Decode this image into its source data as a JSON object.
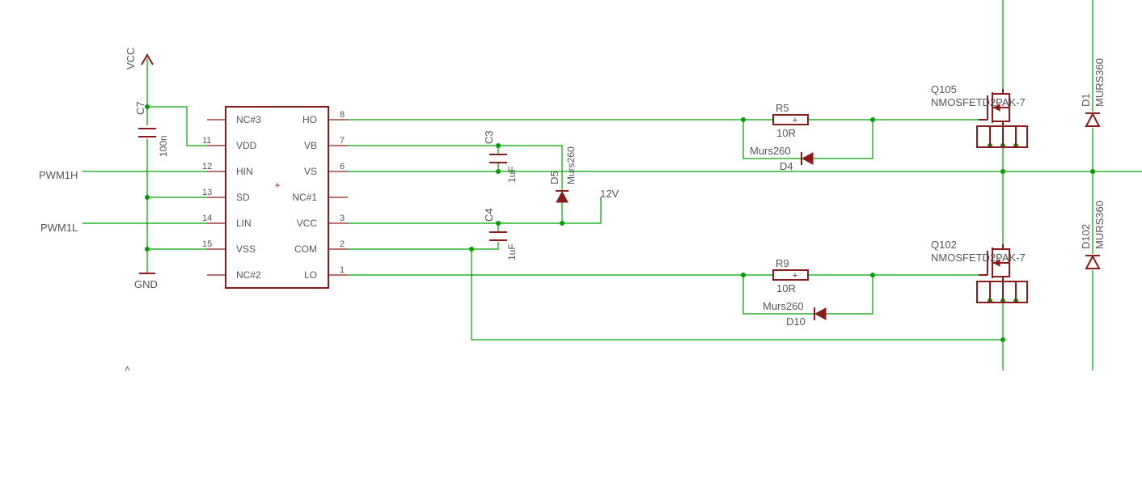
{
  "nets": {
    "vcc": "VCC",
    "gnd": "GND",
    "pwm1h": "PWM1H",
    "pwm1l": "PWM1L",
    "v12": "12V"
  },
  "ic": {
    "left_pins": [
      {
        "name": "NC#3",
        "num": ""
      },
      {
        "name": "VDD",
        "num": "11"
      },
      {
        "name": "HIN",
        "num": "12"
      },
      {
        "name": "SD",
        "num": "13"
      },
      {
        "name": "LIN",
        "num": "14"
      },
      {
        "name": "VSS",
        "num": "15"
      },
      {
        "name": "NC#2",
        "num": ""
      }
    ],
    "right_pins": [
      {
        "name": "HO",
        "num": "8"
      },
      {
        "name": "VB",
        "num": "7"
      },
      {
        "name": "VS",
        "num": "6"
      },
      {
        "name": "NC#1",
        "num": ""
      },
      {
        "name": "VCC",
        "num": "3"
      },
      {
        "name": "COM",
        "num": "2"
      },
      {
        "name": "LO",
        "num": "1"
      }
    ]
  },
  "components": {
    "c7": {
      "ref": "C7",
      "value": "100n"
    },
    "c3": {
      "ref": "C3",
      "value": "1uF"
    },
    "c4": {
      "ref": "C4",
      "value": "1uF"
    },
    "d5": {
      "ref": "D5",
      "value": "Murs260"
    },
    "r5": {
      "ref": "R5",
      "value": "10R"
    },
    "r9": {
      "ref": "R9",
      "value": "10R"
    },
    "d4": {
      "ref": "D4",
      "value": "Murs260"
    },
    "d10": {
      "ref": "D10",
      "value": "Murs260"
    },
    "q105": {
      "ref": "Q105",
      "value": "NMOSFETD2PAK-7"
    },
    "q102": {
      "ref": "Q102",
      "value": "NMOSFETD2PAK-7"
    },
    "d1": {
      "ref": "D1",
      "value": "MURS360"
    },
    "d102": {
      "ref": "D102",
      "value": "MURS360"
    }
  },
  "colors": {
    "wire": "#00a000",
    "part": "#8b1a1a",
    "text": "#555555",
    "background": "#ffffff"
  }
}
